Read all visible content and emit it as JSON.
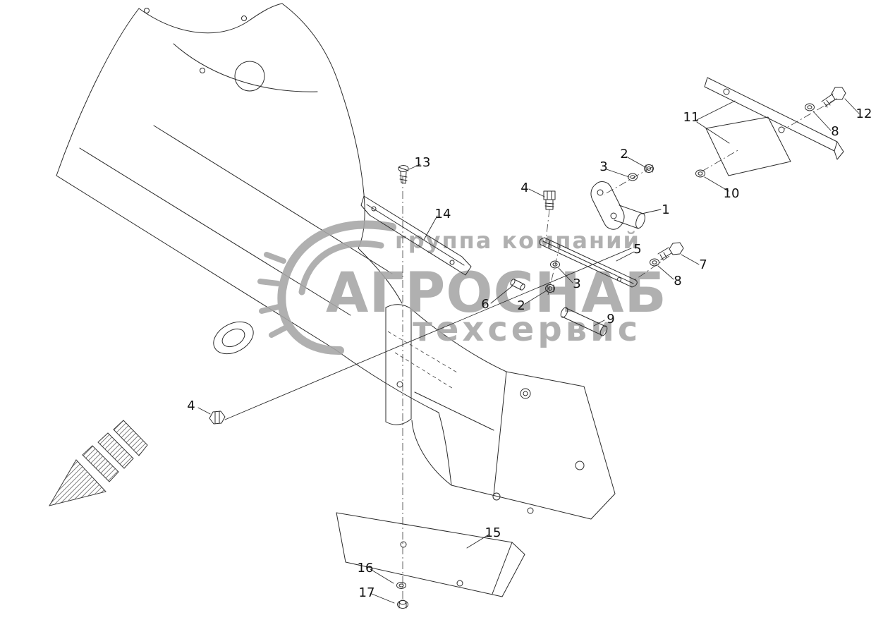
{
  "colors": {
    "background": "#ffffff",
    "line": "#2b2b2b",
    "watermark": "#a6a6a6",
    "label_text": "#111111"
  },
  "watermark": {
    "line1": "группа компаний",
    "line2": "АГРОСНАБ",
    "line3": "техсервис"
  },
  "labels": [
    {
      "text": "13"
    },
    {
      "text": "14"
    },
    {
      "text": "4"
    },
    {
      "text": "3"
    },
    {
      "text": "2"
    },
    {
      "text": "1"
    },
    {
      "text": "11"
    },
    {
      "text": "12"
    },
    {
      "text": "8"
    },
    {
      "text": "10"
    },
    {
      "text": "5"
    },
    {
      "text": "7"
    },
    {
      "text": "8"
    },
    {
      "text": "3"
    },
    {
      "text": "2"
    },
    {
      "text": "6"
    },
    {
      "text": "9"
    },
    {
      "text": "4"
    },
    {
      "text": "15"
    },
    {
      "text": "16"
    },
    {
      "text": "17"
    }
  ]
}
